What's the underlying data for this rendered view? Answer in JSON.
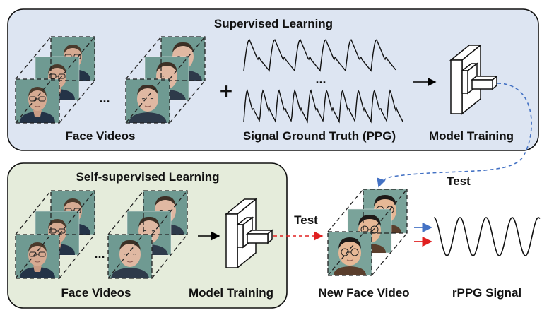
{
  "supervised": {
    "title": "Supervised Learning",
    "face_videos_label": "Face Videos",
    "ellipsis": "...",
    "plus": "+",
    "signal_label": "Signal Ground Truth (PPG)",
    "signal_ellipsis": "...",
    "model_training_label": "Model Training"
  },
  "self_supervised": {
    "title": "Self-supervised Learning",
    "face_videos_label": "Face Videos",
    "ellipsis": "...",
    "model_training_label": "Model Training"
  },
  "test_top_label": "Test",
  "test_mid_label": "Test",
  "new_face_video_label": "New Face Video",
  "rppg_label": "rPPG Signal",
  "colors": {
    "supervised_bg": "#dde5f2",
    "self_supervised_bg": "#e5ecdb",
    "blue_arrow": "#4472c4",
    "red_arrow": "#e02020",
    "face_bg": "#6f9a92"
  }
}
